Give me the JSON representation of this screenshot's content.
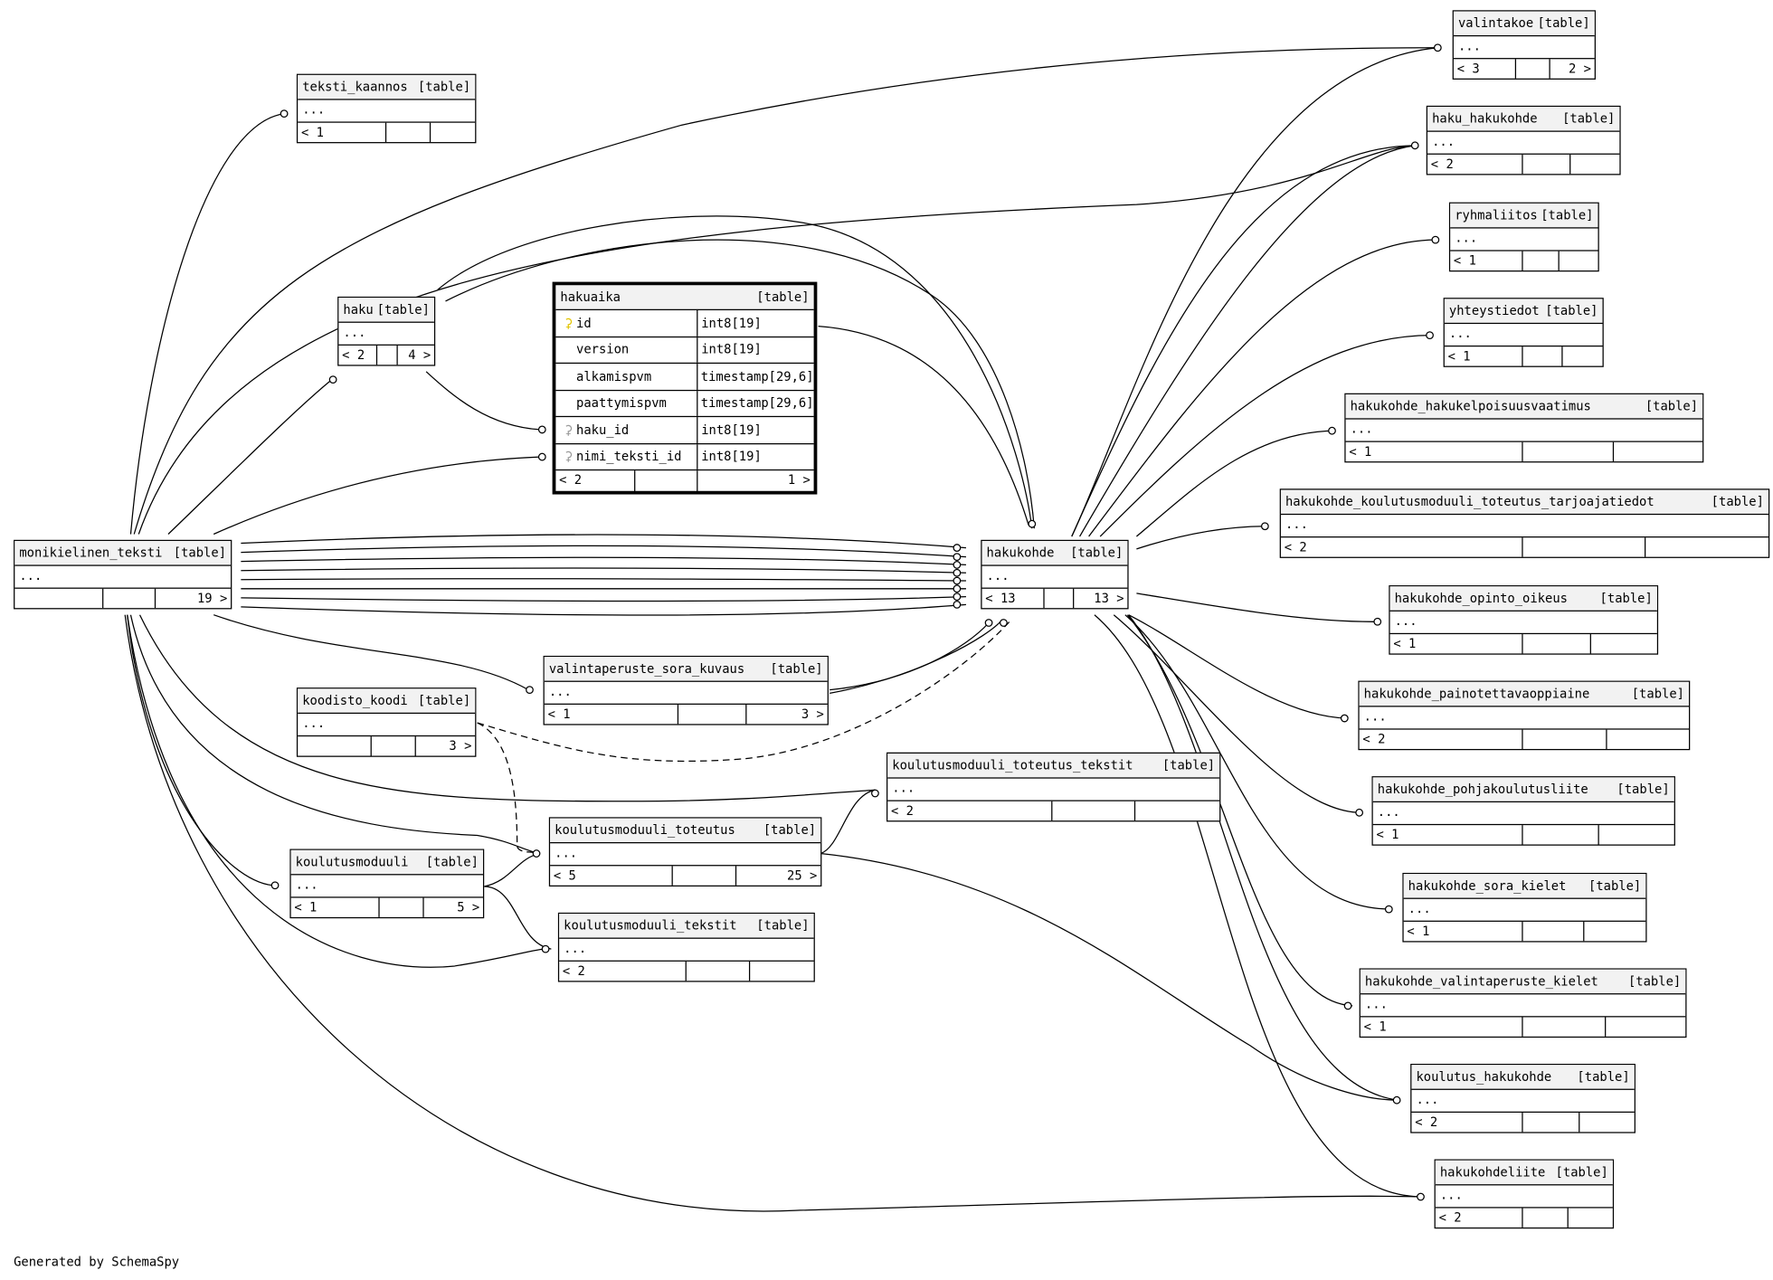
{
  "footer": {
    "credit": "Generated by SchemaSpy"
  },
  "icons": {
    "primary_key": "key-icon",
    "foreign_key": "foreign-key-icon"
  },
  "focus_table": {
    "name": "hakuaika",
    "type": "[table]",
    "columns": [
      {
        "name": "id",
        "type": "int8[19]",
        "key": "primary"
      },
      {
        "name": "version",
        "type": "int8[19]",
        "key": ""
      },
      {
        "name": "alkamispvm",
        "type": "timestamp[29,6]",
        "key": ""
      },
      {
        "name": "paattymispvm",
        "type": "timestamp[29,6]",
        "key": ""
      },
      {
        "name": "haku_id",
        "type": "int8[19]",
        "key": "foreign"
      },
      {
        "name": "nimi_teksti_id",
        "type": "int8[19]",
        "key": "foreign"
      }
    ],
    "parents": "< 2",
    "children": "1 >"
  },
  "tables": {
    "teksti_kaannos": {
      "name": "teksti_kaannos",
      "type": "[table]",
      "dots": "...",
      "parents": "< 1",
      "children": ""
    },
    "haku": {
      "name": "haku",
      "type": "[table]",
      "dots": "...",
      "parents": "< 2",
      "children": "4 >"
    },
    "monikielinen_teksti": {
      "name": "monikielinen_teksti",
      "type": "[table]",
      "dots": "...",
      "parents": "",
      "children": "19 >"
    },
    "hakukohde": {
      "name": "hakukohde",
      "type": "[table]",
      "dots": "...",
      "parents": "< 13",
      "children": "13 >"
    },
    "koodisto_koodi": {
      "name": "koodisto_koodi",
      "type": "[table]",
      "dots": "...",
      "parents": "",
      "children": "3 >"
    },
    "valintaperuste_sora_kuvaus": {
      "name": "valintaperuste_sora_kuvaus",
      "type": "[table]",
      "dots": "...",
      "parents": "< 1",
      "children": "3 >"
    },
    "koulutusmoduuli_toteutus_tekstit": {
      "name": "koulutusmoduuli_toteutus_tekstit",
      "type": "[table]",
      "dots": "...",
      "parents": "< 2",
      "children": ""
    },
    "koulutusmoduuli_toteutus": {
      "name": "koulutusmoduuli_toteutus",
      "type": "[table]",
      "dots": "...",
      "parents": "< 5",
      "children": "25 >"
    },
    "koulutusmoduuli": {
      "name": "koulutusmoduuli",
      "type": "[table]",
      "dots": "...",
      "parents": "< 1",
      "children": "5 >"
    },
    "koulutusmoduuli_tekstit": {
      "name": "koulutusmoduuli_tekstit",
      "type": "[table]",
      "dots": "...",
      "parents": "< 2",
      "children": ""
    },
    "valintakoe": {
      "name": "valintakoe",
      "type": "[table]",
      "dots": "...",
      "parents": "< 3",
      "children": "2 >"
    },
    "haku_hakukohde": {
      "name": "haku_hakukohde",
      "type": "[table]",
      "dots": "...",
      "parents": "< 2",
      "children": ""
    },
    "ryhmaliitos": {
      "name": "ryhmaliitos",
      "type": "[table]",
      "dots": "...",
      "parents": "< 1",
      "children": ""
    },
    "yhteystiedot": {
      "name": "yhteystiedot",
      "type": "[table]",
      "dots": "...",
      "parents": "< 1",
      "children": ""
    },
    "hakukohde_hakukelpoisuusvaatimus": {
      "name": "hakukohde_hakukelpoisuusvaatimus",
      "type": "[table]",
      "dots": "...",
      "parents": "< 1",
      "children": ""
    },
    "hakukohde_koulutusmoduuli_toteutus_tarjoajatiedot": {
      "name": "hakukohde_koulutusmoduuli_toteutus_tarjoajatiedot",
      "type": "[table]",
      "dots": "...",
      "parents": "< 2",
      "children": ""
    },
    "hakukohde_opinto_oikeus": {
      "name": "hakukohde_opinto_oikeus",
      "type": "[table]",
      "dots": "...",
      "parents": "< 1",
      "children": ""
    },
    "hakukohde_painotettavaoppiaine": {
      "name": "hakukohde_painotettavaoppiaine",
      "type": "[table]",
      "dots": "...",
      "parents": "< 2",
      "children": ""
    },
    "hakukohde_pohjakoulutusliite": {
      "name": "hakukohde_pohjakoulutusliite",
      "type": "[table]",
      "dots": "...",
      "parents": "< 1",
      "children": ""
    },
    "hakukohde_sora_kielet": {
      "name": "hakukohde_sora_kielet",
      "type": "[table]",
      "dots": "...",
      "parents": "< 1",
      "children": ""
    },
    "hakukohde_valintaperuste_kielet": {
      "name": "hakukohde_valintaperuste_kielet",
      "type": "[table]",
      "dots": "...",
      "parents": "< 1",
      "children": ""
    },
    "koulutus_hakukohde": {
      "name": "koulutus_hakukohde",
      "type": "[table]",
      "dots": "...",
      "parents": "< 2",
      "children": ""
    },
    "hakukohdeliite": {
      "name": "hakukohdeliite",
      "type": "[table]",
      "dots": "...",
      "parents": "< 2",
      "children": ""
    }
  }
}
